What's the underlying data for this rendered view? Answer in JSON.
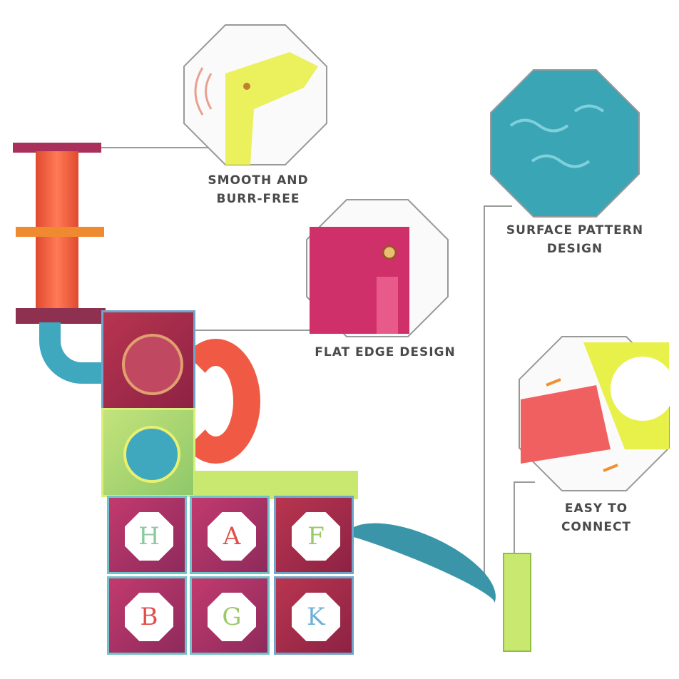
{
  "callouts": [
    {
      "label_line1": "SMOOTH AND",
      "label_line2": "BURR-FREE"
    },
    {
      "label_line1": "SURFACE PATTERN",
      "label_line2": "DESIGN"
    },
    {
      "label_line1": "FLAT EDGE DESIGN"
    },
    {
      "label_line1": "EASY TO",
      "label_line2": "CONNECT"
    }
  ],
  "blocks": [
    {
      "letter": "H",
      "color": "#8cc9a0"
    },
    {
      "letter": "A",
      "color": "#e0504a"
    },
    {
      "letter": "F",
      "color": "#9bc96a"
    },
    {
      "letter": "B",
      "color": "#e0504a"
    },
    {
      "letter": "G",
      "color": "#9bc96a"
    },
    {
      "letter": "K",
      "color": "#6fb0d8"
    }
  ]
}
